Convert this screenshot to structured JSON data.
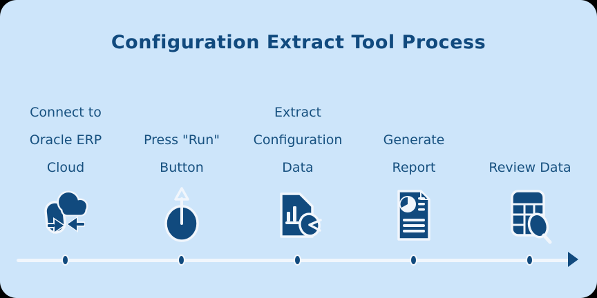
{
  "title": "Configuration Extract Tool Process",
  "colors": {
    "card_background": "#cde5fa",
    "ink_navy": "#114a7e",
    "label_blue": "#16507f",
    "timeline_light": "#f1f6fc"
  },
  "steps": [
    {
      "name": "connect-oracle-erp-cloud",
      "icon": "cloud-connect-icon",
      "lines": [
        "Connect to",
        "Oracle ERP",
        "Cloud"
      ]
    },
    {
      "name": "press-run-button",
      "icon": "run-button-icon",
      "lines": [
        "",
        "Press \"Run\"",
        "Button"
      ]
    },
    {
      "name": "extract-configuration-data",
      "icon": "document-chart-icon",
      "lines": [
        "Extract",
        "Configuration",
        "Data"
      ]
    },
    {
      "name": "generate-report",
      "icon": "report-document-icon",
      "lines": [
        "",
        "Generate",
        "Report"
      ]
    },
    {
      "name": "review-data",
      "icon": "table-magnifier-icon",
      "lines": [
        "",
        "",
        "Review Data"
      ]
    }
  ]
}
